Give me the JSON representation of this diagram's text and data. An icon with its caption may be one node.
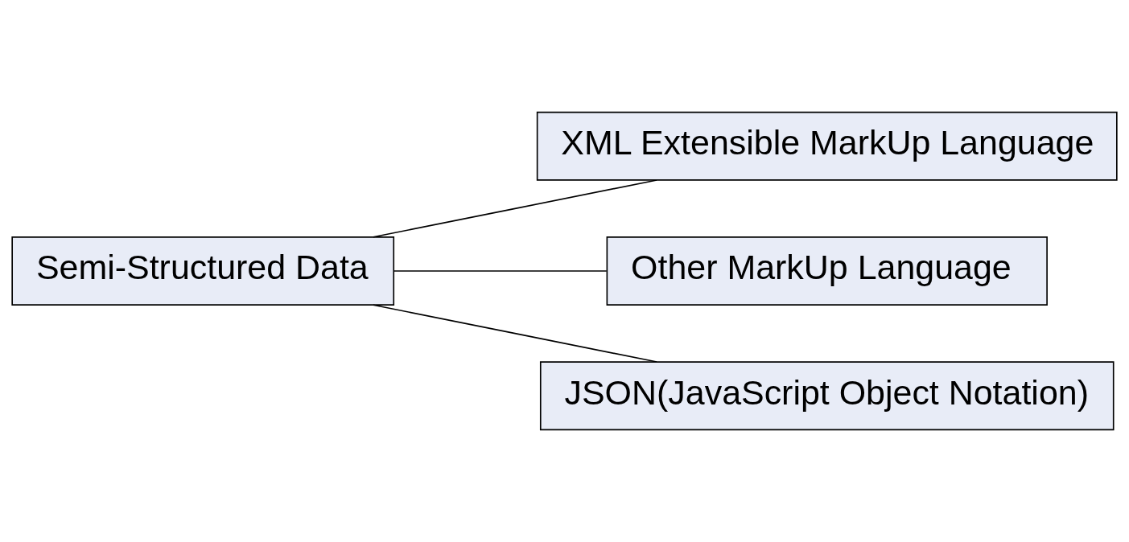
{
  "diagram": {
    "nodes": [
      {
        "text": [
          "Semi-Structured Data"
        ]
      },
      {
        "text": [
          "XML Extensible MarkUp Language"
        ]
      },
      {
        "text": [
          "Other MarkUp Language"
        ]
      },
      {
        "text": [
          "JSON(JavaScript Object Notation)"
        ]
      }
    ],
    "edges": [
      {
        "from": 0,
        "to": 1,
        "arrow": "none"
      },
      {
        "from": 0,
        "to": 2,
        "arrow": "none"
      },
      {
        "from": 0,
        "to": 3,
        "arrow": "none"
      }
    ]
  }
}
